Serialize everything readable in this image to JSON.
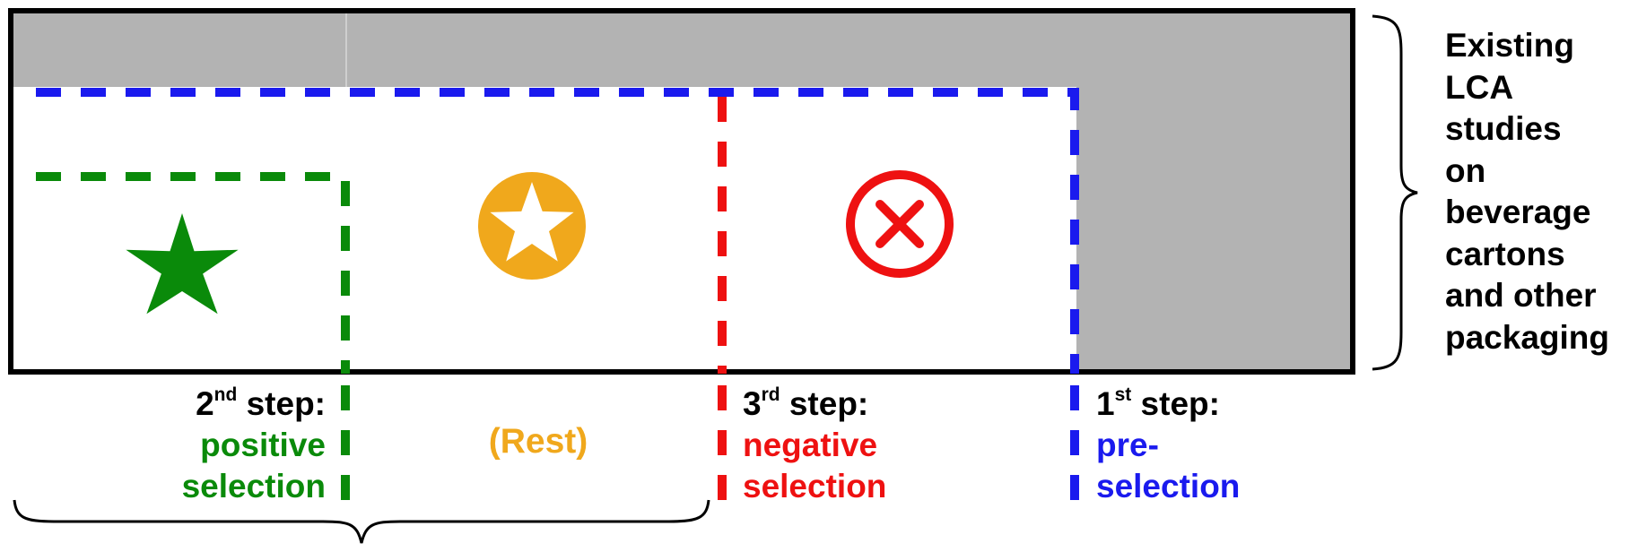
{
  "colors": {
    "green": "#0a8a0a",
    "orange": "#f0a81c",
    "red": "#ee1111",
    "blue": "#1a1aee",
    "gray": "#b3b3b3",
    "black": "#000000"
  },
  "brace_label": {
    "lines": [
      "Existing",
      "LCA",
      "studies",
      "on",
      "beverage",
      "cartons",
      "and other",
      "packaging"
    ]
  },
  "steps": {
    "second": {
      "ordinal": "2",
      "suffix": "nd",
      "word": " step:",
      "line1": "positive",
      "line2": "selection"
    },
    "rest": {
      "label": "(Rest)"
    },
    "third": {
      "ordinal": "3",
      "suffix": "rd",
      "word": " step:",
      "line1": "negative",
      "line2": "selection"
    },
    "first": {
      "ordinal": "1",
      "suffix": "st",
      "word": " step:",
      "line1": "pre-",
      "line2": "selection"
    }
  },
  "icons": {
    "positive": "green-star-icon",
    "rest": "orange-circle-star-icon",
    "negative": "red-circle-cross-icon"
  }
}
